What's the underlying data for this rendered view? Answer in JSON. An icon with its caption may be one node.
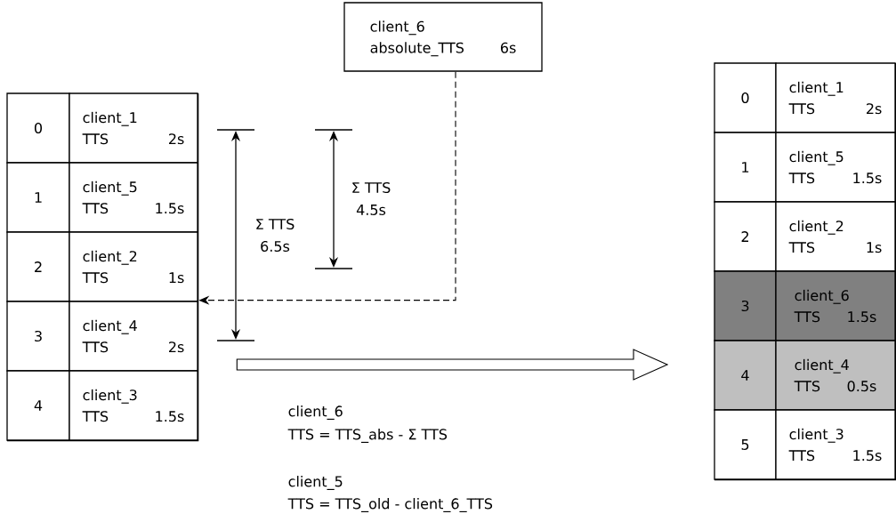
{
  "diagram": {
    "nodes": [
      {
        "text": [
          "client_6",
          "absolute_TTS",
          "6s"
        ]
      },
      {
        "text": [],
        "shape": "box"
      },
      {
        "text": [
          "0"
        ],
        "in": 1
      },
      {
        "text": [
          "client_1",
          "TTS",
          "2s"
        ],
        "in": 1
      },
      {
        "text": [
          "1"
        ],
        "in": 1
      },
      {
        "text": [
          "client_5",
          "TTS",
          "1.5s"
        ],
        "in": 1
      },
      {
        "text": [
          "2"
        ],
        "in": 1
      },
      {
        "text": [
          "client_2",
          "TTS",
          "1s"
        ],
        "in": 1
      },
      {
        "text": [
          "3"
        ],
        "in": 1
      },
      {
        "text": [
          "client_4",
          "TTS",
          "2s"
        ],
        "in": 1
      },
      {
        "text": [
          "4"
        ],
        "in": 1
      },
      {
        "text": [
          "client_3",
          "TTS",
          "1.5s"
        ],
        "in": 1
      },
      {
        "text": [],
        "shape": "box"
      },
      {
        "text": [
          "0"
        ],
        "in": 12
      },
      {
        "text": [
          "client_1",
          "TTS",
          "2s"
        ],
        "in": 12
      },
      {
        "text": [
          "1"
        ],
        "in": 12
      },
      {
        "text": [
          "client_5",
          "TTS",
          "1.5s"
        ],
        "in": 12
      },
      {
        "text": [
          "2"
        ],
        "in": 12
      },
      {
        "text": [
          "client_2",
          "TTS",
          "1s"
        ],
        "in": 12
      },
      {
        "text": [
          "3"
        ],
        "in": 12
      },
      {
        "text": [
          "client_6",
          "TTS",
          "1.5s"
        ],
        "in": 12
      },
      {
        "text": [
          "4"
        ],
        "in": 12
      },
      {
        "text": [
          "client_4",
          "TTS",
          "0.5s"
        ],
        "in": 12
      },
      {
        "text": [
          "5"
        ],
        "in": 12
      },
      {
        "text": [
          "client_3",
          "TTS",
          "1.5s"
        ],
        "in": 12
      }
    ],
    "edges": [
      {
        "from": 0,
        "to": 1,
        "arrow": "to",
        "style": "dashed"
      },
      {
        "from": 1,
        "to": 12,
        "arrow": "to"
      }
    ],
    "labels": [
      "Σ TTS",
      "4.5s",
      "Σ TTS",
      "6.5s",
      "client_6",
      "TTS = TTS_abs - Σ TTS",
      "client_5",
      "TTS = TTS_old - client_6_TTS"
    ]
  }
}
